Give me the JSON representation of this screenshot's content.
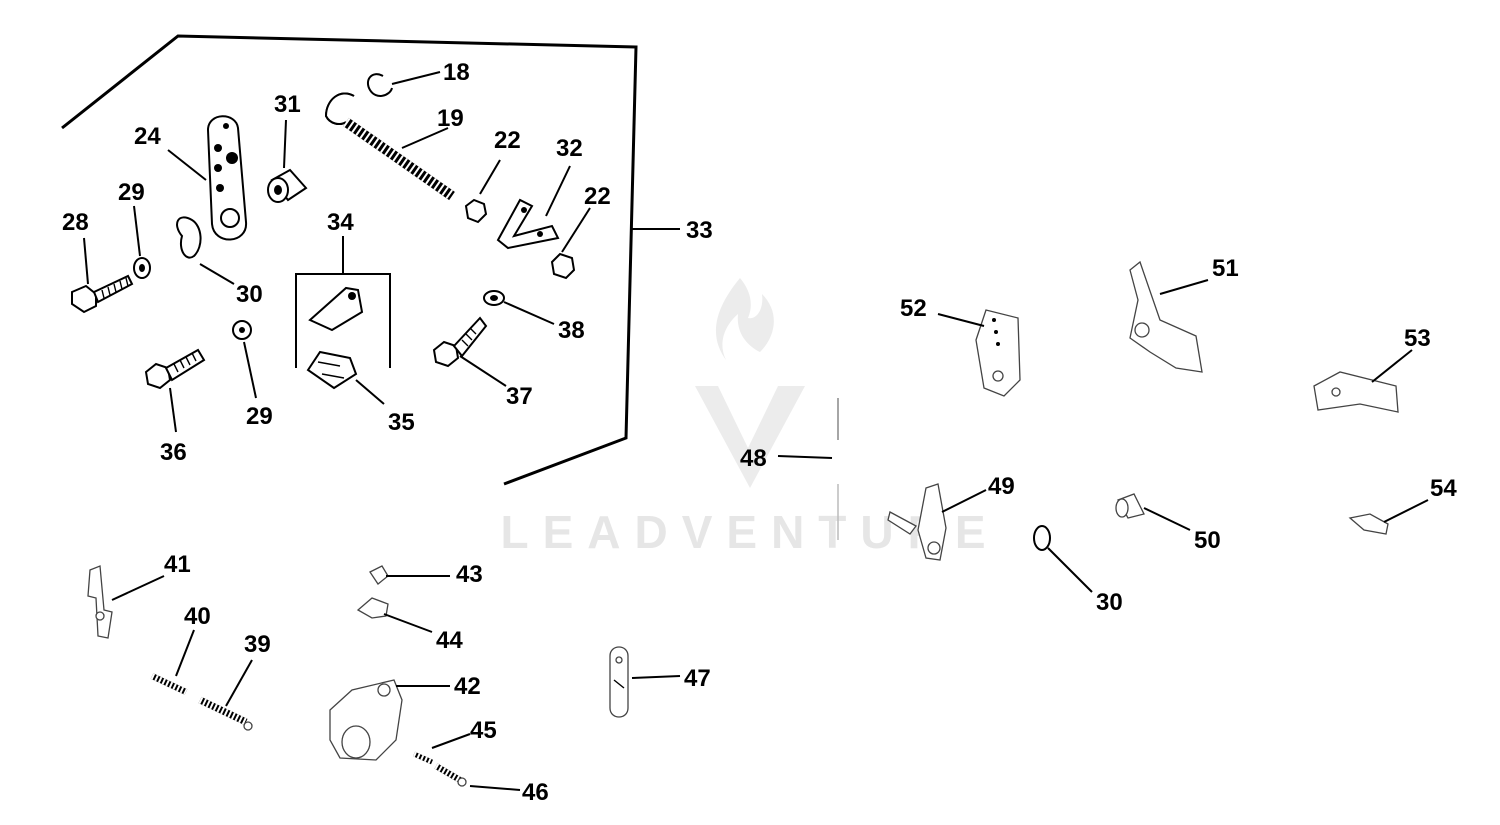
{
  "watermark": {
    "text": "LEADVENTURE",
    "color": "#e6e6e6"
  },
  "callouts": {
    "c18": "18",
    "c19": "19",
    "c22a": "22",
    "c22b": "22",
    "c24": "24",
    "c28": "28",
    "c29a": "29",
    "c29b": "29",
    "c30a": "30",
    "c30b": "30",
    "c31": "31",
    "c32": "32",
    "c33": "33",
    "c34": "34",
    "c35": "35",
    "c36": "36",
    "c37": "37",
    "c38": "38",
    "c39": "39",
    "c40": "40",
    "c41": "41",
    "c42": "42",
    "c43": "43",
    "c44": "44",
    "c45": "45",
    "c46": "46",
    "c47": "47",
    "c48": "48",
    "c49": "49",
    "c50": "50",
    "c51": "51",
    "c52": "52",
    "c53": "53",
    "c54": "54"
  }
}
